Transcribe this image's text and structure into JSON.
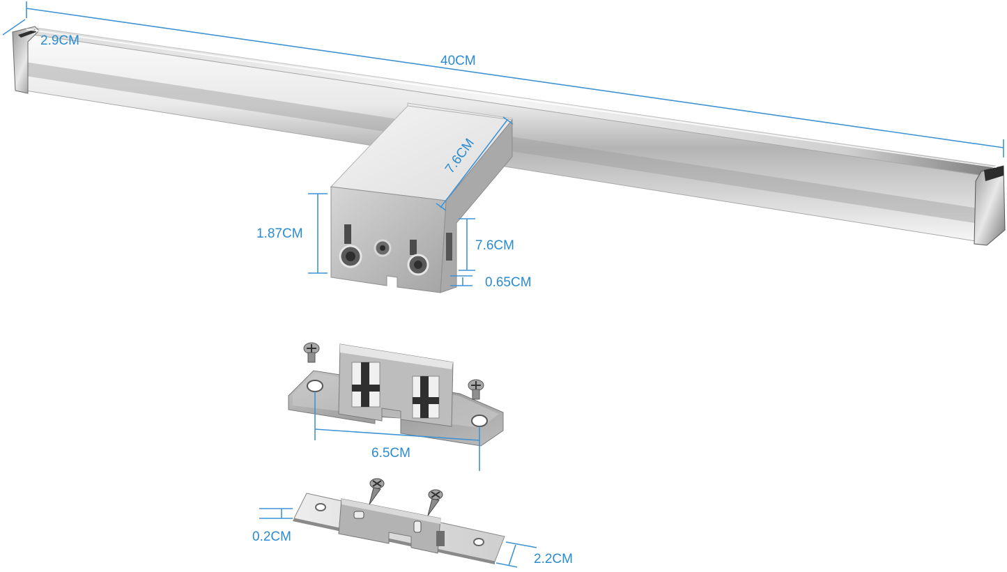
{
  "labels": {
    "bar_height": "2.9CM",
    "bar_length": "40CM",
    "arm_depth": "7.6CM",
    "block_height": "1.87CM",
    "block_width": "7.6CM",
    "slot_gap": "0.65CM",
    "bracket_hole_spacing": "6.5CM",
    "plate_thickness": "0.2CM",
    "plate_width": "2.2CM"
  },
  "colors": {
    "dimension": "#2a8bd0",
    "metal_light": "#f2f2f2",
    "metal_mid": "#b9b9b9",
    "metal_dark": "#6f6f6f"
  }
}
